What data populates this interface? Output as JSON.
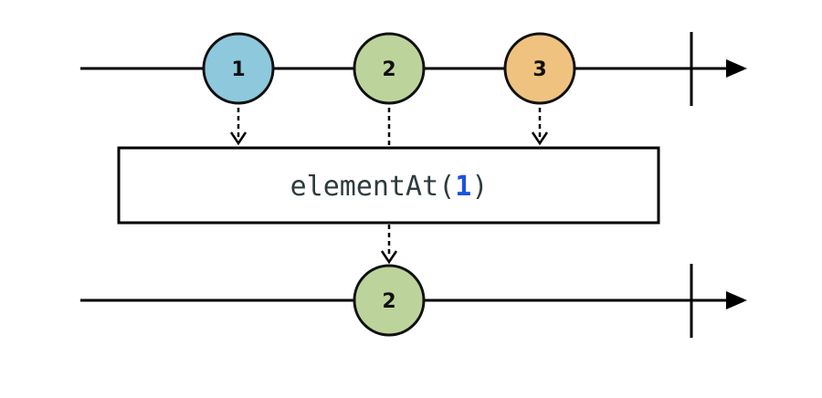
{
  "input_stream": {
    "marbles": [
      {
        "label": "1",
        "color": "#8ec8dc"
      },
      {
        "label": "2",
        "color": "#bcd49c"
      },
      {
        "label": "3",
        "color": "#efc27f"
      }
    ]
  },
  "operator": {
    "name": "elementAt",
    "open_paren": "(",
    "argument": "1",
    "close_paren": ")"
  },
  "output_stream": {
    "marbles": [
      {
        "label": "2",
        "color": "#bcd49c"
      }
    ]
  },
  "colors": {
    "line": "#000000",
    "marble_stroke": "#111111",
    "operator_argument": "#1a53e0"
  }
}
